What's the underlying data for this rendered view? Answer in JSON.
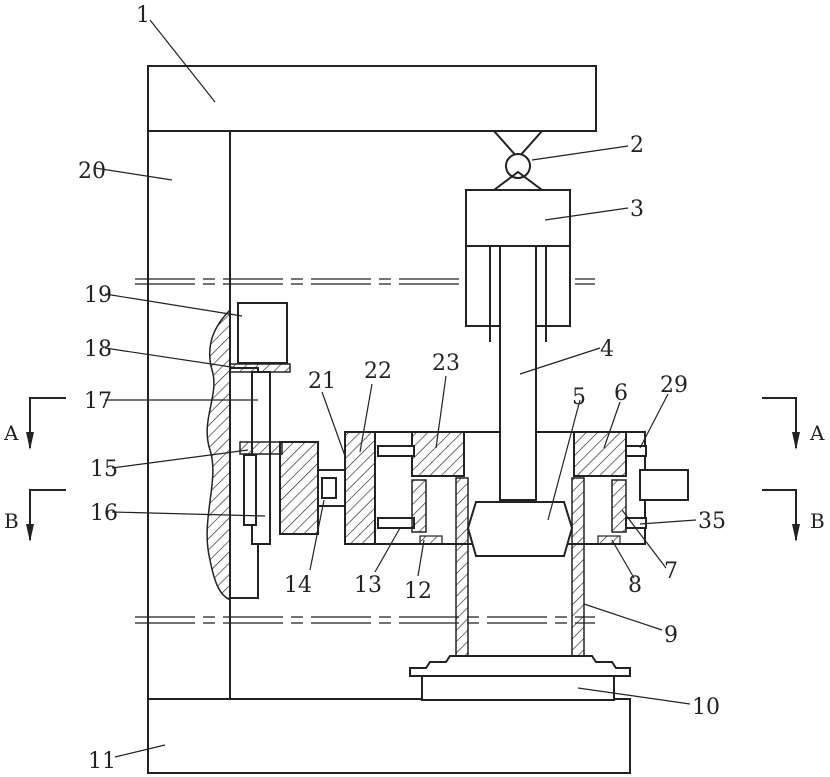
{
  "labels": {
    "l1": "1",
    "l2": "2",
    "l3": "3",
    "l4": "4",
    "l5": "5",
    "l6": "6",
    "l7": "7",
    "l8": "8",
    "l9": "9",
    "l10": "10",
    "l11": "11",
    "l12": "12",
    "l13": "13",
    "l14": "14",
    "l15": "15",
    "l16": "16",
    "l17": "17",
    "l18": "18",
    "l19": "19",
    "l20": "20",
    "l21": "21",
    "l22": "22",
    "l23": "23",
    "l29": "29",
    "l35": "35"
  },
  "sections": {
    "a": "A",
    "b": "B"
  }
}
